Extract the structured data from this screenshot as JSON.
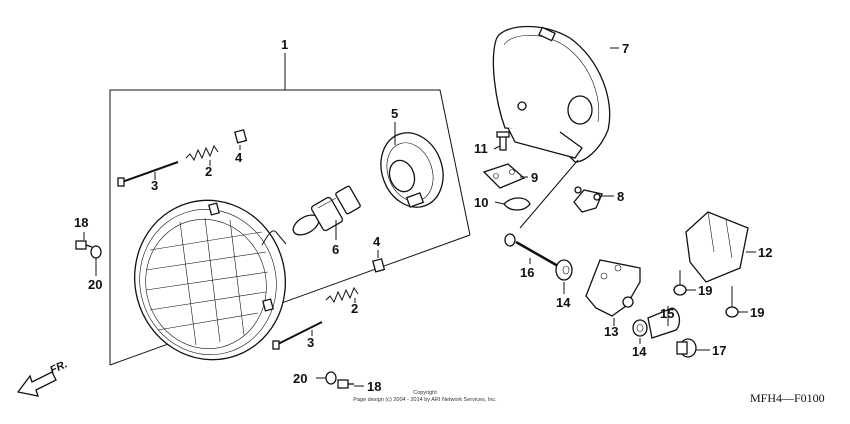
{
  "callouts": {
    "c1": "1",
    "c2a": "2",
    "c2b": "2",
    "c3a": "3",
    "c3b": "3",
    "c4a": "4",
    "c4b": "4",
    "c5": "5",
    "c6": "6",
    "c7": "7",
    "c8": "8",
    "c9": "9",
    "c10": "10",
    "c11": "11",
    "c12": "12",
    "c13": "13",
    "c14a": "14",
    "c14b": "14",
    "c15": "15",
    "c16": "16",
    "c17": "17",
    "c18a": "18",
    "c18b": "18",
    "c19a": "19",
    "c19b": "19",
    "c20a": "20",
    "c20b": "20"
  },
  "direction_label": "FR.",
  "diagram_code": "MFH4—F0100",
  "copyright": {
    "line1": "Copyright",
    "line2": "Page design (c) 2004 - 2014 by ARI Network Services, Inc."
  }
}
